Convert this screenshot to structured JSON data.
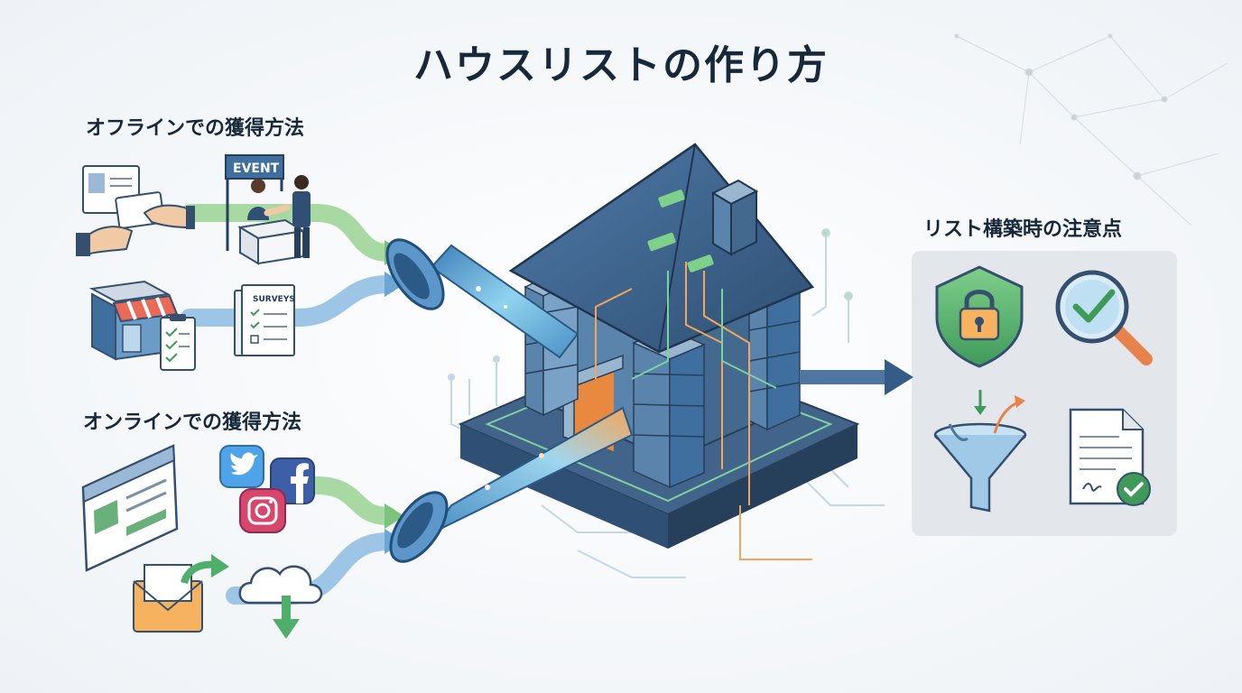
{
  "title": "ハウスリストの作り方",
  "sections": {
    "offline": "オフラインでの獲得方法",
    "online": "オンラインでの獲得方法",
    "caution": "リスト構築時の注意点"
  },
  "labels": {
    "event": "EVENT",
    "surveys": "SURVEYS"
  },
  "offline_items": [
    "business-card-icon",
    "event-booth-icon",
    "storefront-icon",
    "survey-forms-icon"
  ],
  "online_items": [
    "website-icon",
    "twitter-icon",
    "facebook-icon",
    "instagram-icon",
    "email-icon",
    "cloud-download-icon"
  ],
  "caution_items": [
    "security-shield-icon",
    "verification-magnifier-icon",
    "filter-funnel-icon",
    "signed-document-icon"
  ],
  "colors": {
    "title": "#17283a",
    "green_flow": "#7cc47c",
    "blue_flow": "#6aa6d6",
    "house_roof": "#3b5f86",
    "panel_bg": "#e3e7ec",
    "arrow": "#355c86"
  }
}
